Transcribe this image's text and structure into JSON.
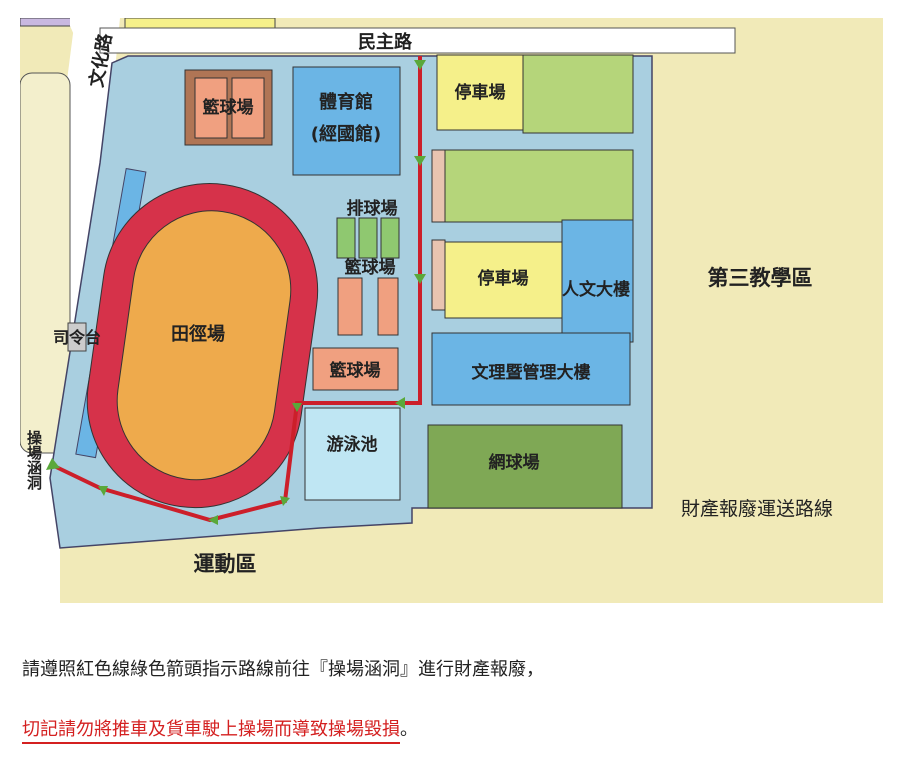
{
  "map": {
    "labels": {
      "road_minzhu": "民主路",
      "road_wenhua": "文化路",
      "basketball_1": "籃球場",
      "gym_1": "體育館",
      "gym_2": "(經國館)",
      "parking_1": "停車場",
      "volleyball": "排球場",
      "basketball_2": "籃球場",
      "parking_2": "停車場",
      "humanities": "人文大樓",
      "zone3": "第三教學區",
      "track": "田徑場",
      "podium": "司令台",
      "basketball_3": "籃球場",
      "science_mgmt": "文理暨管理大樓",
      "pool": "游泳池",
      "tennis": "網球場",
      "culvert": "操場涵洞",
      "sports_zone": "運動區",
      "route_legend": "財產報廢運送路線"
    },
    "colors": {
      "route": "#cc1f2a",
      "arrow": "#5aa83a",
      "campus": "#a9cfe0",
      "background": "#f1eab8",
      "track": "#d6324a",
      "field": "#eeaa4c"
    }
  },
  "notes": {
    "instruction": "請遵照紅色線綠色箭頭指示路線前往『操場涵洞』進行財產報廢，",
    "warning": "切記請勿將推車及貨車駛上操場而導致操場毀損",
    "warning_suffix": "。"
  }
}
